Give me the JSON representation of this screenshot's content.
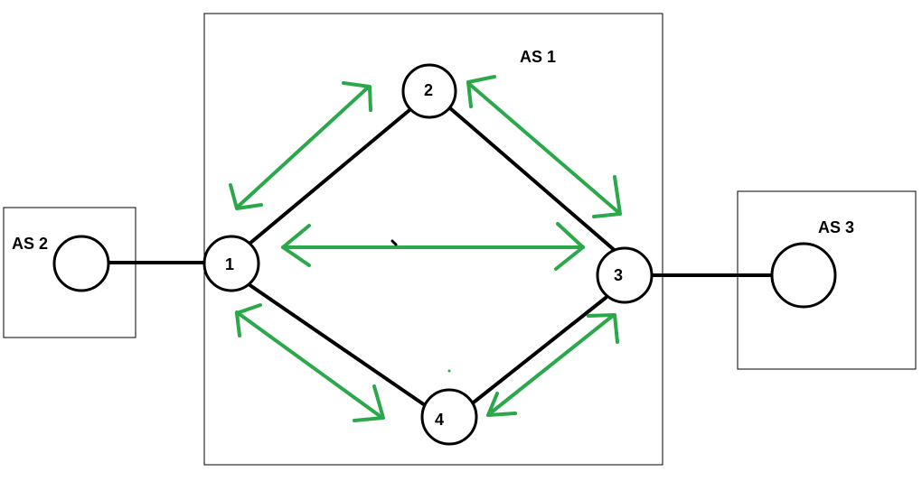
{
  "systems": [
    {
      "id": "as1",
      "label": "AS 1"
    },
    {
      "id": "as2",
      "label": "AS 2"
    },
    {
      "id": "as3",
      "label": "AS 3"
    }
  ],
  "routers": [
    {
      "id": "r1",
      "label": "1"
    },
    {
      "id": "r2",
      "label": "2"
    },
    {
      "id": "r3",
      "label": "3"
    },
    {
      "id": "r4",
      "label": "4"
    }
  ],
  "colors": {
    "arrow": "#2aa84a",
    "line": "#000000",
    "background": "#ffffff"
  }
}
